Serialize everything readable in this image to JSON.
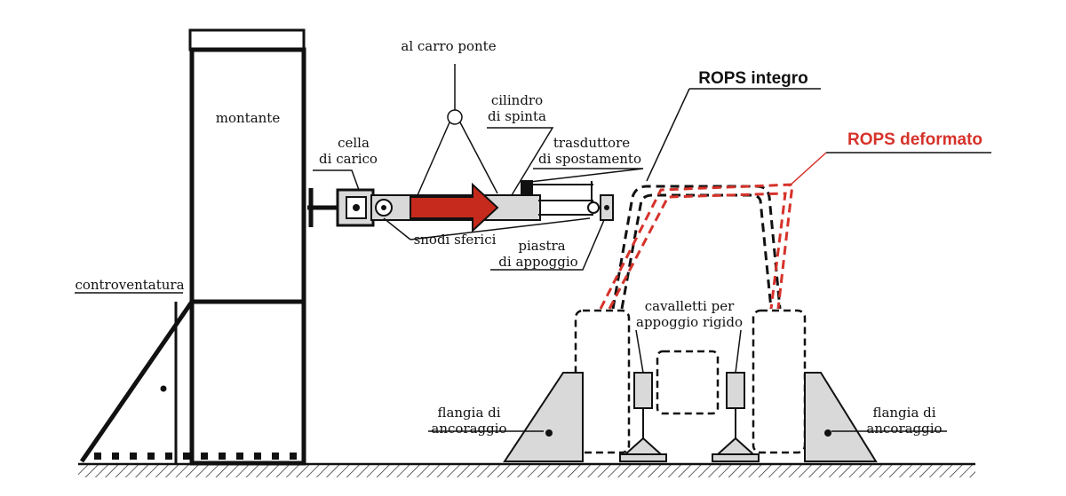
{
  "labels": {
    "montante": "montante",
    "al_carro_ponte": "al carro ponte",
    "cilindro_line1": "cilindro",
    "cilindro_line2": "di spinta",
    "cella_line1": "cella",
    "cella_line2": "di carico",
    "trasduttore_line1": "trasduttore",
    "trasduttore_line2": "di spostamento",
    "snodi_sferici": "snodi sferici",
    "piastra_line1": "piastra",
    "piastra_line2": "di appoggio",
    "controventatura": "controventatura",
    "cavalletti_line1": "cavalletti per",
    "cavalletti_line2": "appoggio rigido",
    "flangia_left_line1": "flangia di",
    "flangia_left_line2": "ancoraggio",
    "flangia_right_line1": "flangia di",
    "flangia_right_line2": "ancoraggio",
    "rops_integro": "ROPS integro",
    "rops_deformato": "ROPS deformato"
  },
  "colors": {
    "line": "#111111",
    "structure_fill": "#d9d9d9",
    "arrow_fill": "#c62a1c",
    "deformed": "#d6322a",
    "background": "#ffffff"
  }
}
